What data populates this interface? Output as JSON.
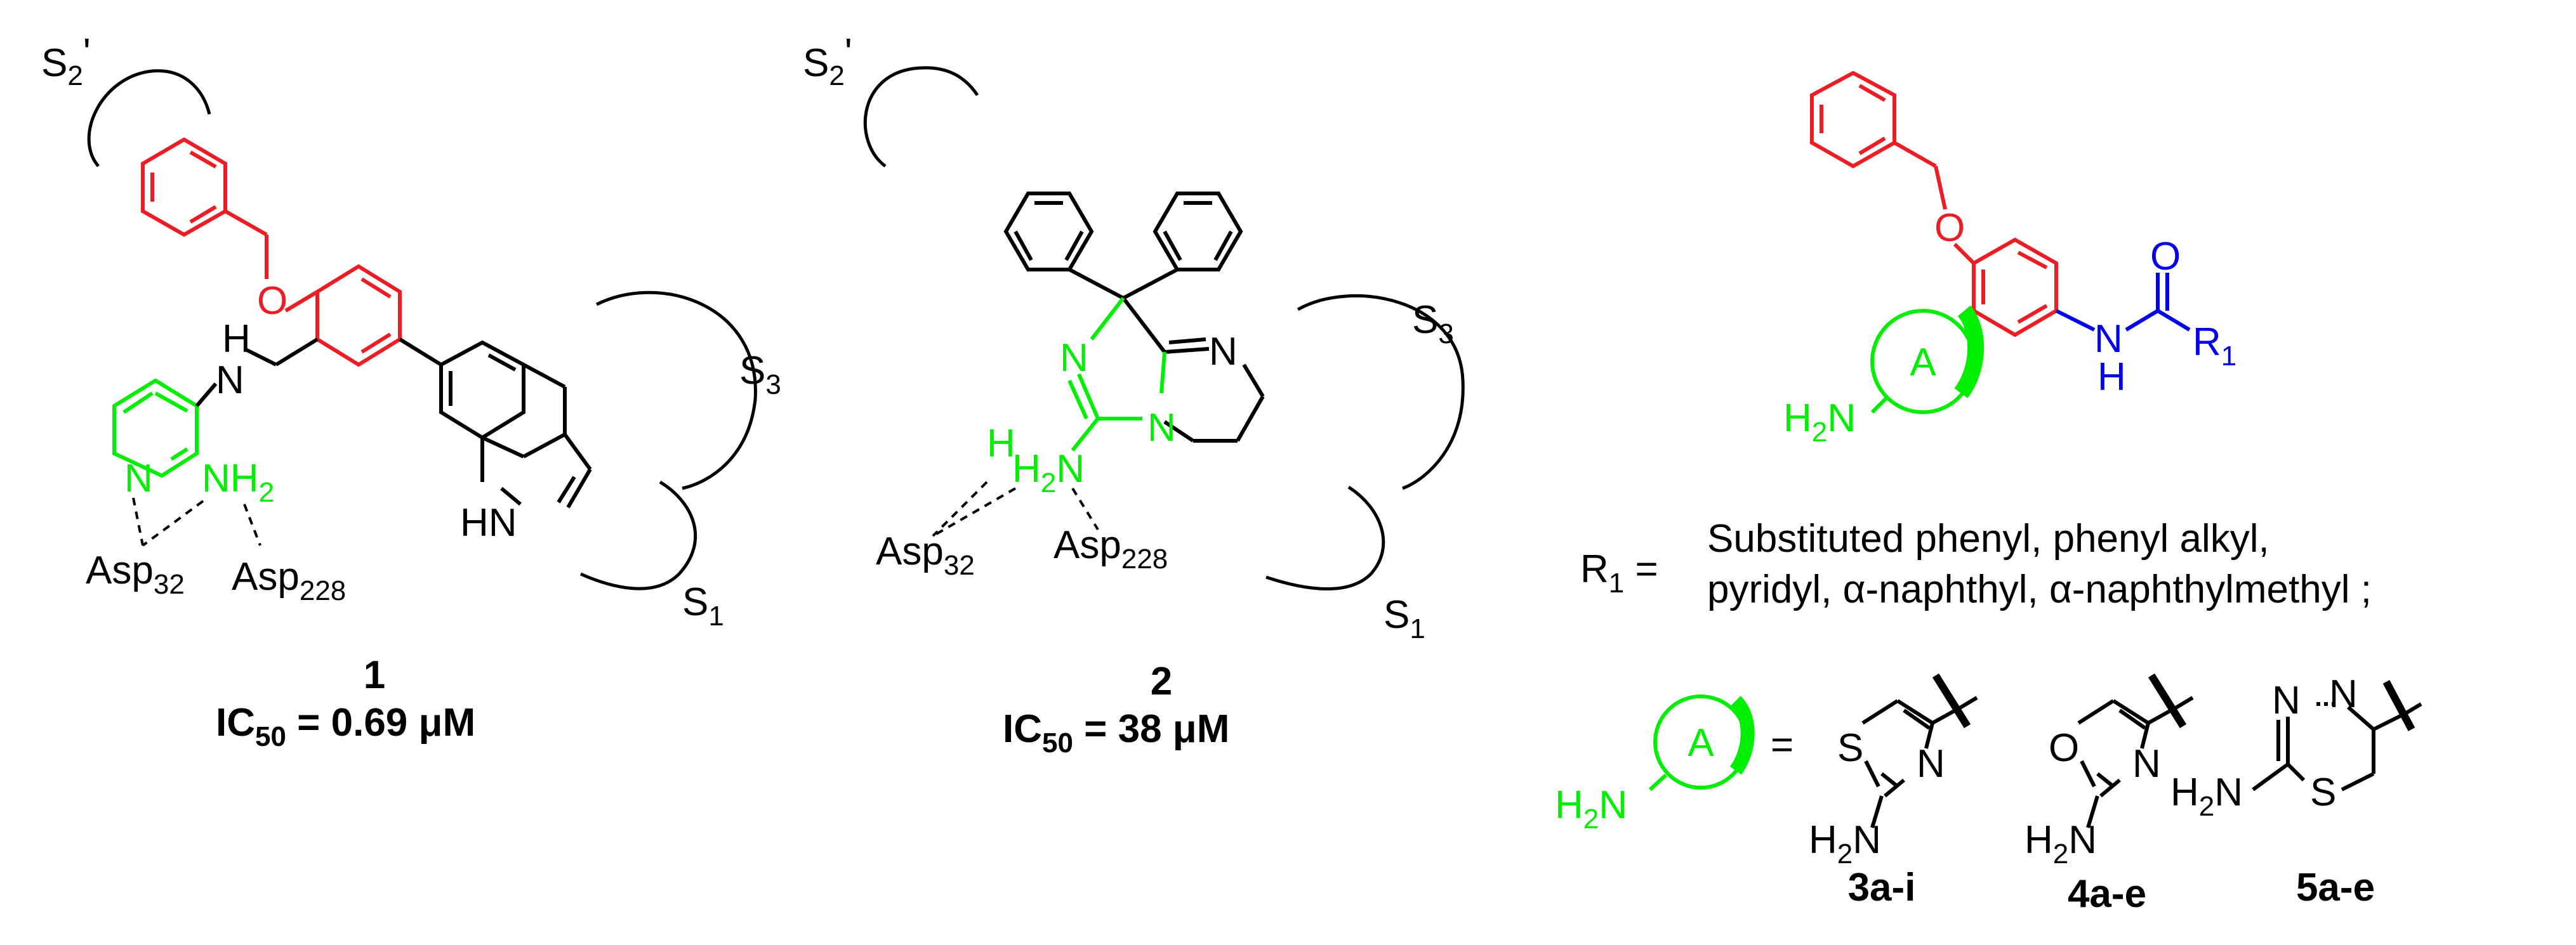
{
  "colors": {
    "scaffold": "#ee1c24",
    "aminoheterocycle": "#00ee00",
    "amide": "#0000ee",
    "ink": "#000000"
  },
  "pockets": {
    "s2prime": "S",
    "s2prime_sub": "2",
    "s2prime_prime": "'",
    "s3": "S",
    "s3_sub": "3",
    "s1": "S",
    "s1_sub": "1"
  },
  "residues": {
    "asp": "Asp",
    "sub32": "32",
    "sub228": "228"
  },
  "atoms": {
    "N": "N",
    "H": "H",
    "O": "O",
    "S": "S",
    "NH": "NH",
    "HN": "HN",
    "NH2_main": "NH",
    "NH2_sub": "2",
    "H2N_main": "H",
    "H2N_sub": "2",
    "A": "A",
    "R": "R",
    "R_sub": "1"
  },
  "compound1": {
    "number": "1",
    "ic50_label": "IC",
    "ic50_sub": "50",
    "ic50_value": " = 0.69 μM"
  },
  "compound2": {
    "number": "2",
    "ic50_label": "IC",
    "ic50_sub": "50",
    "ic50_value": " = 38 μM"
  },
  "r1_definition": {
    "lhs": "R",
    "lhs_sub": "1",
    "eq": " =",
    "line1": "Substituted phenyl, phenyl alkyl,",
    "line2": "pyridyl, α-naphthyl, α-naphthylmethyl ;"
  },
  "ring_definition": {
    "eq": "="
  },
  "series": [
    {
      "id": "3a-i"
    },
    {
      "id": "4a-e"
    },
    {
      "id": "5a-e"
    }
  ]
}
